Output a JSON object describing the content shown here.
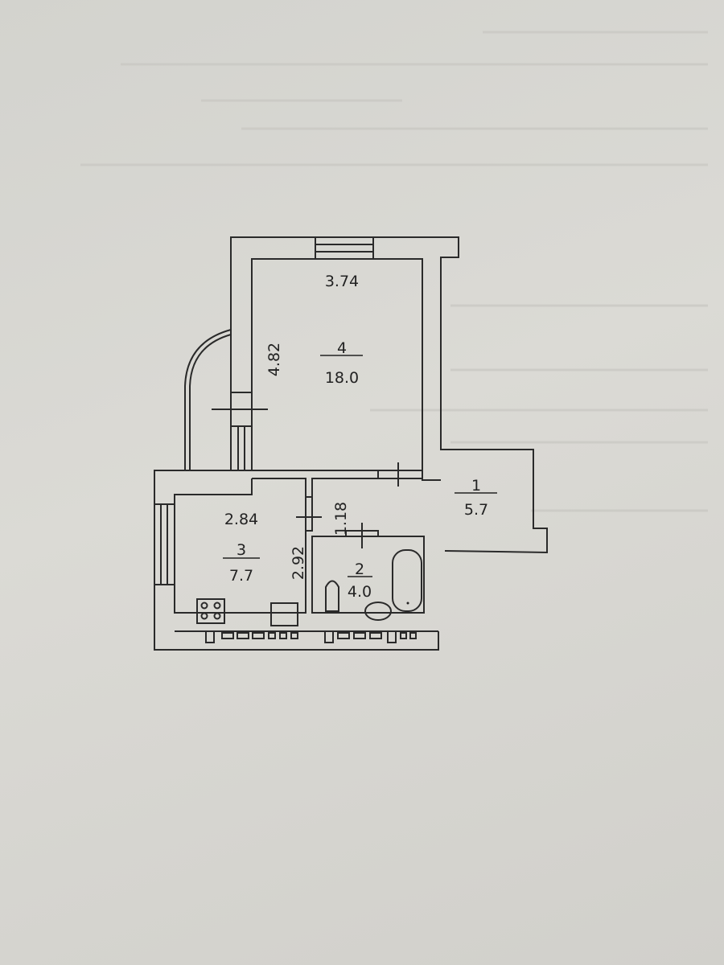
{
  "plan": {
    "rooms": [
      {
        "number": "1",
        "area": "5.7"
      },
      {
        "number": "2",
        "area": "4.0"
      },
      {
        "number": "3",
        "area": "7.7"
      },
      {
        "number": "4",
        "area": "18.0"
      }
    ],
    "dimensions": {
      "room4_width": "3.74",
      "room4_length": "4.82",
      "kitchen_width": "2.84",
      "kitchen_length": "2.92",
      "corridor_width": "1.18"
    }
  }
}
